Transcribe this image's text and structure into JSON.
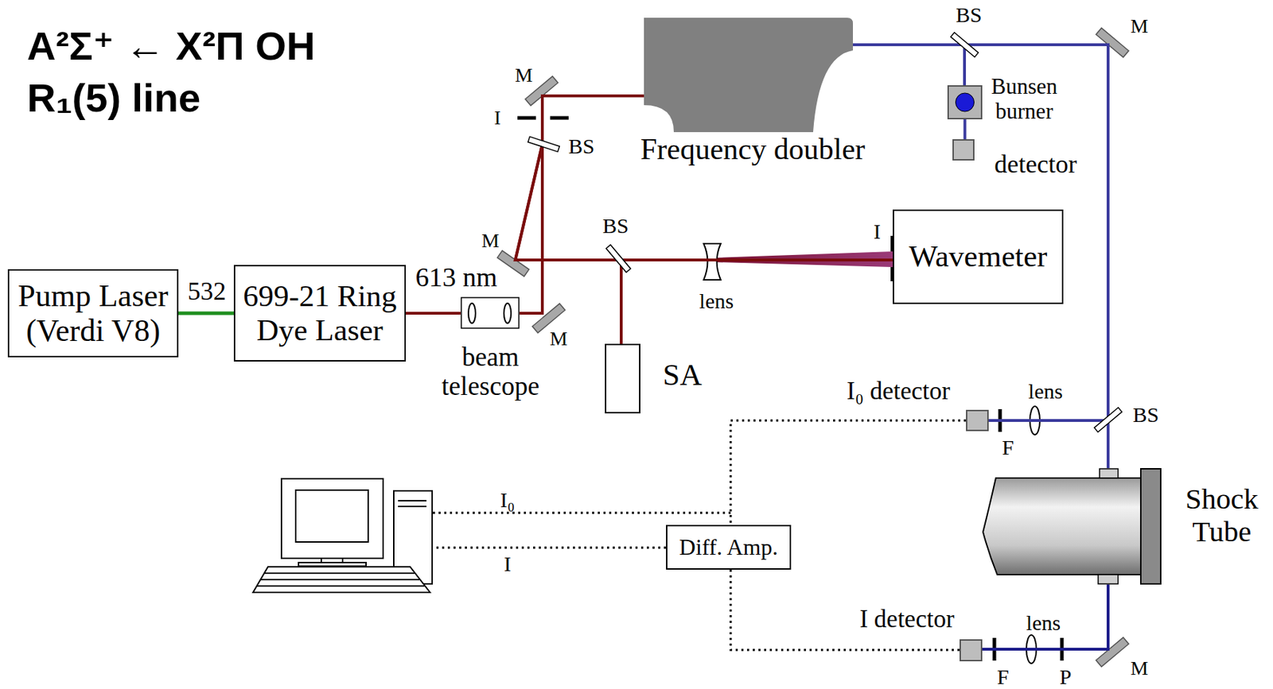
{
  "diagram": {
    "title": "A²Σ⁺ ← X²Π OH R₁(5) line",
    "nodes": [
      {
        "text": [
          "Pump Laser (Verdi V8)"
        ]
      },
      {
        "text": [
          "699-21 Ring Dye Laser"
        ]
      },
      {
        "text": [
          "beam telescope"
        ]
      },
      {
        "text": [
          "Frequency doubler"
        ]
      },
      {
        "text": [
          "Bunsen burner"
        ]
      },
      {
        "text": [
          "detector"
        ]
      },
      {
        "text": [
          "Wavemeter"
        ]
      },
      {
        "text": [
          "SA"
        ]
      },
      {
        "text": [
          "I₀ detector"
        ]
      },
      {
        "text": [
          "Shock Tube"
        ]
      },
      {
        "text": [
          "Diff. Amp."
        ]
      },
      {
        "text": [
          "I detector"
        ]
      }
    ],
    "edges": [
      {
        "from": 0,
        "to": 1,
        "arrow": "none",
        "label": "532"
      },
      {
        "from": 1,
        "to": 2,
        "arrow": "none",
        "label": "613 nm"
      },
      {
        "from": 2,
        "to": 3,
        "arrow": "none"
      },
      {
        "from": 2,
        "to": 6,
        "arrow": "none"
      },
      {
        "from": 2,
        "to": 7,
        "arrow": "none"
      },
      {
        "from": 3,
        "to": 4,
        "arrow": "none"
      },
      {
        "from": 4,
        "to": 5,
        "arrow": "none"
      },
      {
        "from": 3,
        "to": 9,
        "arrow": "none"
      },
      {
        "from": 3,
        "to": 8,
        "arrow": "none"
      },
      {
        "from": 9,
        "to": 11,
        "arrow": "none"
      },
      {
        "from": 8,
        "to": 10,
        "arrow": "none"
      },
      {
        "from": 11,
        "to": 10,
        "arrow": "none"
      }
    ],
    "labels": [
      "M",
      "I",
      "BS",
      "M",
      "BS",
      "I",
      "lens",
      "M",
      "BS",
      "M",
      "BS",
      "lens",
      "F",
      "I₀",
      "I",
      "lens",
      "F",
      "P",
      "M"
    ]
  }
}
